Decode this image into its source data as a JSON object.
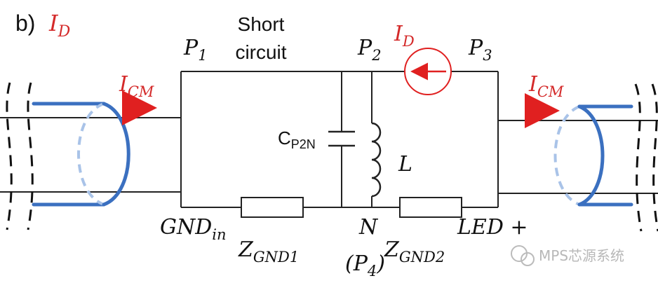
{
  "figure": {
    "tag": "b)",
    "tag_current": "I",
    "tag_current_sub": "D",
    "i_cm": "I",
    "i_cm_sub": "CM",
    "p1": "P",
    "p1_sub": "1",
    "p2": "P",
    "p2_sub": "2",
    "p3": "P",
    "p3_sub": "3",
    "id_source": "I",
    "id_source_sub": "D",
    "short_circuit_line1": "Short",
    "short_circuit_line2": "circuit",
    "cap": "C",
    "cap_sub": "P2N",
    "inductor": "L",
    "gnd": "GND",
    "gnd_sub": "in",
    "zgnd1": "Z",
    "zgnd1_sub": "GND1",
    "zgnd2": "Z",
    "zgnd2_sub": "GND2",
    "node_n": "N",
    "node_p4": "(P",
    "node_p4_sub": "4",
    "node_p4_close": ")",
    "led_plus": "LED +",
    "watermark": "MPS芯源系统"
  },
  "colors": {
    "current_red": "#d42a2a",
    "cable_blue": "#3b70c0",
    "wire": "#222222"
  }
}
